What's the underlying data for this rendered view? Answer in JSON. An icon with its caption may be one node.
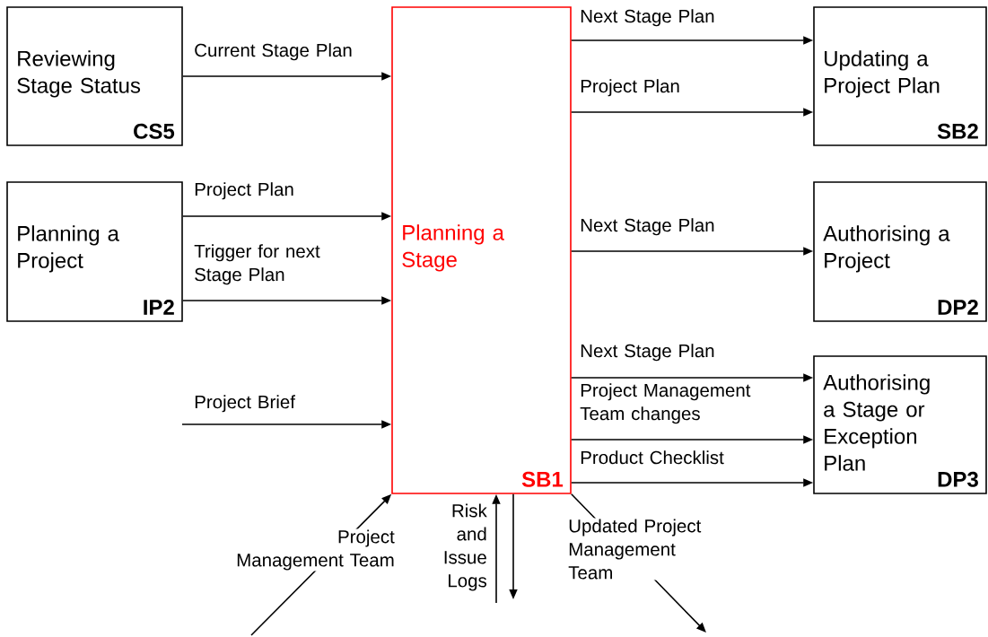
{
  "diagram": {
    "nodes": [
      {
        "text": [
          "Reviewing Stage Status",
          "CS5"
        ]
      },
      {
        "text": [
          "Planning a Stage",
          "SB1"
        ]
      },
      {
        "text": [
          "Updating a Project Plan",
          "SB2"
        ]
      },
      {
        "text": [
          "Planning a Project",
          "IP2"
        ]
      },
      {
        "text": [
          "Authorising a Project",
          "DP2"
        ]
      },
      {
        "text": [
          "Authorising a Stage or Exception Plan",
          "DP3"
        ]
      }
    ],
    "edges": [
      {
        "from": 0,
        "to": 1,
        "arrow": "to",
        "label": "Current Stage Plan"
      },
      {
        "from": 1,
        "to": 2,
        "arrow": "to",
        "label": "Next Stage Plan"
      },
      {
        "from": 1,
        "to": 2,
        "arrow": "to",
        "label": "Project Plan"
      },
      {
        "from": 3,
        "to": 1,
        "arrow": "to",
        "label": "Project Plan"
      },
      {
        "from": 3,
        "to": 1,
        "arrow": "to",
        "label": "Trigger for next Stage Plan"
      },
      {
        "from": null,
        "to": 1,
        "arrow": "to",
        "label": "Project Brief"
      },
      {
        "from": 1,
        "to": 4,
        "arrow": "to",
        "label": "Next Stage Plan"
      },
      {
        "from": 1,
        "to": 5,
        "arrow": "to",
        "label": "Next Stage Plan"
      },
      {
        "from": 1,
        "to": 5,
        "arrow": "to",
        "label": "Project Management Team changes"
      },
      {
        "from": 1,
        "to": 5,
        "arrow": "to",
        "label": "Product Checklist"
      },
      {
        "from": null,
        "to": 1,
        "arrow": "to",
        "label": "Project Management Team"
      },
      {
        "from": null,
        "to": 1,
        "arrow": "to",
        "label": "Risk and Issue Logs"
      },
      {
        "from": 1,
        "to": null,
        "arrow": "to"
      },
      {
        "from": 1,
        "to": null,
        "arrow": "to",
        "label": "Updated Project Management Team"
      }
    ]
  }
}
